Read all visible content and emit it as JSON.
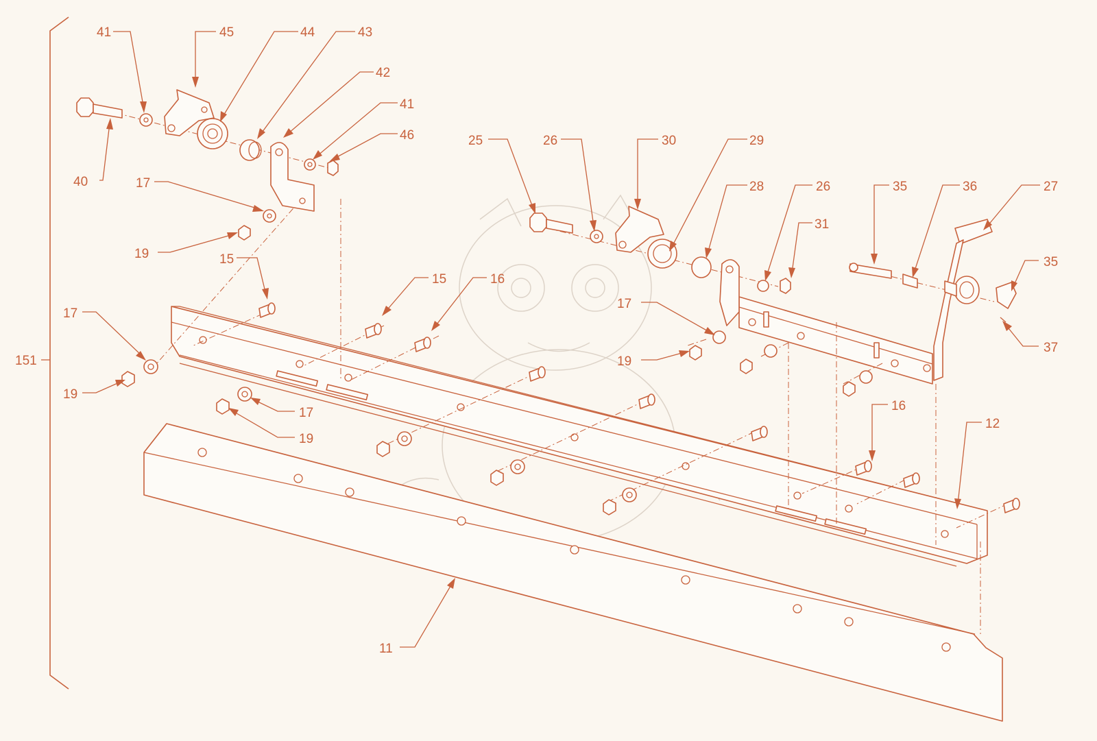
{
  "colors": {
    "line": "#c8623d",
    "paper": "#fbf7f0",
    "ghost": "#ddd3c8"
  },
  "assembly_label": "151",
  "callouts": [
    {
      "id": "c41a",
      "label": "41"
    },
    {
      "id": "c45",
      "label": "45"
    },
    {
      "id": "c44",
      "label": "44"
    },
    {
      "id": "c43",
      "label": "43"
    },
    {
      "id": "c42",
      "label": "42"
    },
    {
      "id": "c41b",
      "label": "41"
    },
    {
      "id": "c46",
      "label": "46"
    },
    {
      "id": "c40",
      "label": "40"
    },
    {
      "id": "c17a",
      "label": "17"
    },
    {
      "id": "c19a",
      "label": "19"
    },
    {
      "id": "c15a",
      "label": "15"
    },
    {
      "id": "c15b",
      "label": "15"
    },
    {
      "id": "c16a",
      "label": "16"
    },
    {
      "id": "c17b",
      "label": "17"
    },
    {
      "id": "c19b",
      "label": "19"
    },
    {
      "id": "c17c",
      "label": "17"
    },
    {
      "id": "c19c",
      "label": "19"
    },
    {
      "id": "c25",
      "label": "25"
    },
    {
      "id": "c26a",
      "label": "26"
    },
    {
      "id": "c30",
      "label": "30"
    },
    {
      "id": "c29",
      "label": "29"
    },
    {
      "id": "c28",
      "label": "28"
    },
    {
      "id": "c26b",
      "label": "26"
    },
    {
      "id": "c31",
      "label": "31"
    },
    {
      "id": "c35a",
      "label": "35"
    },
    {
      "id": "c36",
      "label": "36"
    },
    {
      "id": "c27",
      "label": "27"
    },
    {
      "id": "c35b",
      "label": "35"
    },
    {
      "id": "c37",
      "label": "37"
    },
    {
      "id": "c17d",
      "label": "17"
    },
    {
      "id": "c19d",
      "label": "19"
    },
    {
      "id": "c16b",
      "label": "16"
    },
    {
      "id": "c12",
      "label": "12"
    },
    {
      "id": "c11",
      "label": "11"
    }
  ]
}
